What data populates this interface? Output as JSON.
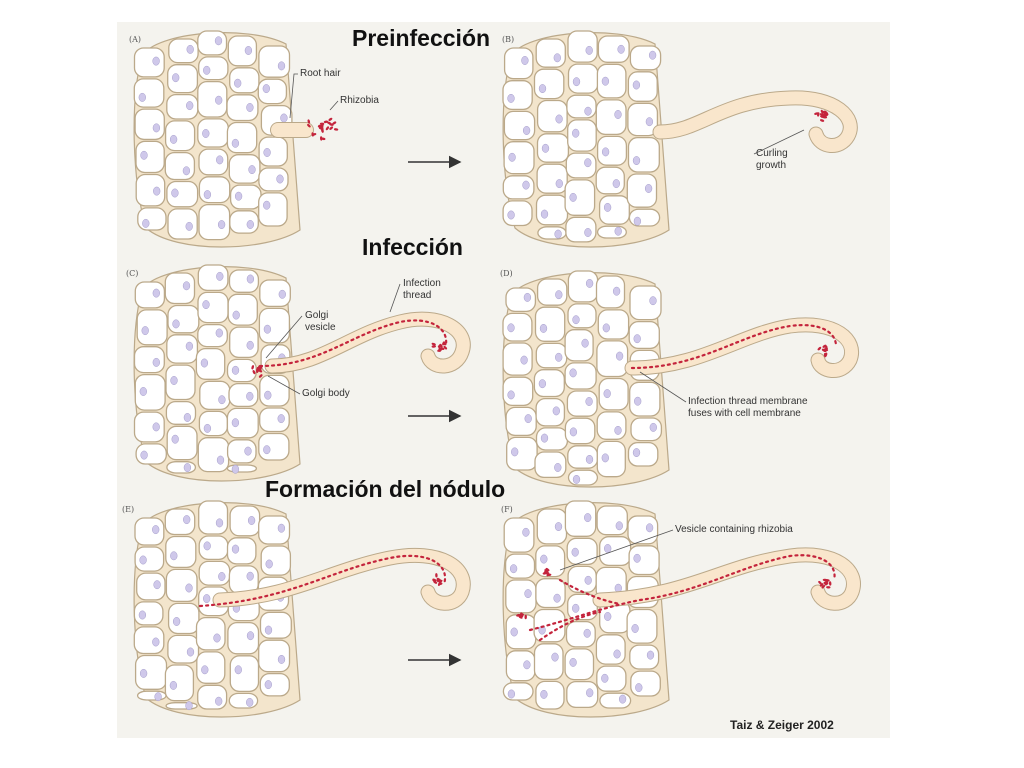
{
  "headings": {
    "preinfection": "Preinfección",
    "infection": "Infección",
    "nodule_formation": "Formación del nódulo"
  },
  "panels": [
    {
      "letter": "(A)",
      "labels": [
        "Root hair",
        "Rhizobia"
      ]
    },
    {
      "letter": "(B)",
      "labels": [
        "Curling",
        "growth"
      ]
    },
    {
      "letter": "(C)",
      "labels": [
        "Infection",
        "thread",
        "Golgi",
        "vesicle",
        "Golgi body"
      ]
    },
    {
      "letter": "(D)",
      "labels": [
        "Infection thread membrane",
        "fuses with cell membrane"
      ]
    },
    {
      "letter": "(E)",
      "labels": []
    },
    {
      "letter": "(F)",
      "labels": [
        "Vesicle containing rhizobia"
      ]
    }
  ],
  "credit": "Taiz & Zeiger 2002",
  "colors": {
    "cell_fill": "#ffffff",
    "cell_outline": "#bba98a",
    "tissue_bg": "#f3e5cc",
    "nucleus": "#cfc8ea",
    "hair_fill": "#f9e6cc",
    "rhizobia": "#c4243c",
    "figure_bg": "#f4f3ee"
  }
}
